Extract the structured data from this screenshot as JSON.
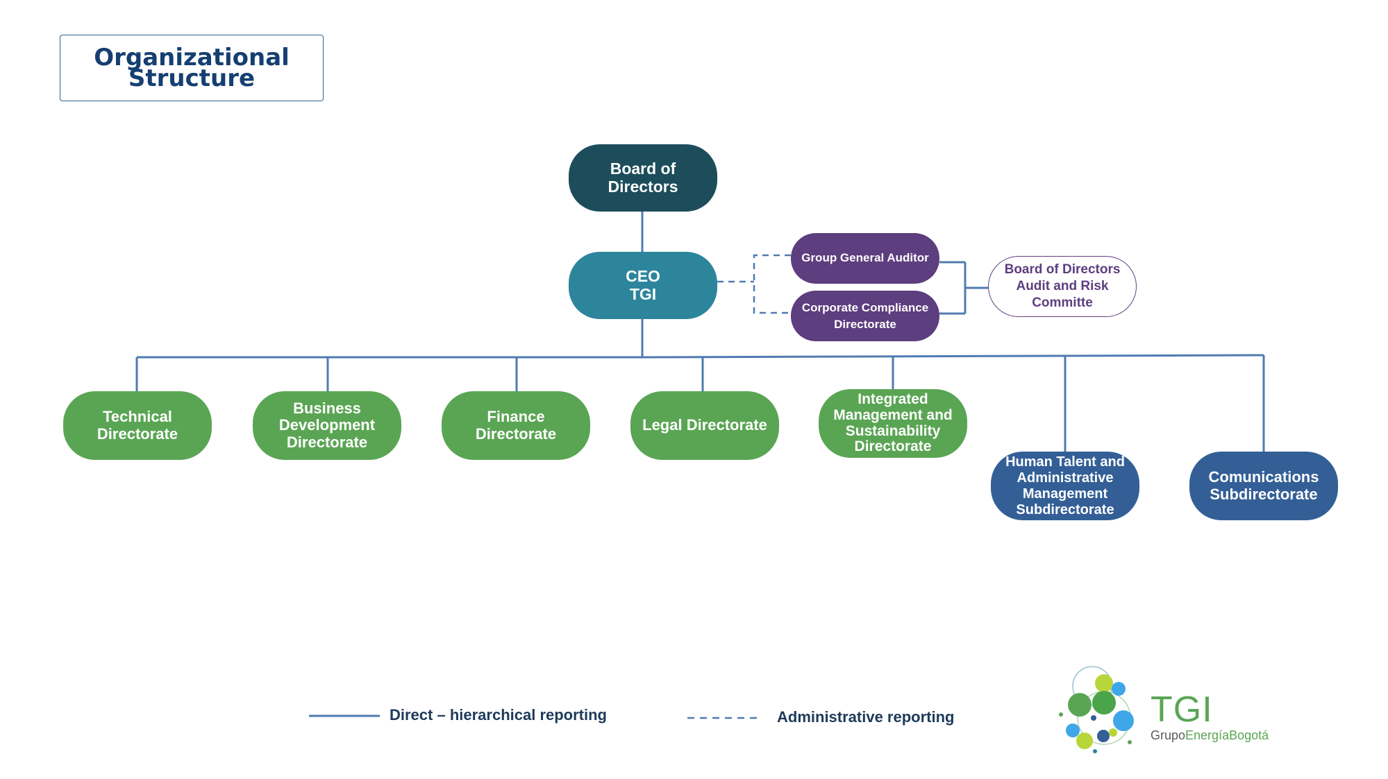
{
  "title": {
    "line1": "Organizational",
    "line2": "Structure"
  },
  "nodes": {
    "board": "Board of Directors",
    "ceo": "CEO\nTGI",
    "auditor": "Group General Auditor",
    "compliance": "Corporate Compliance\nDirectorate",
    "audit_committee": "Board of Directors\nAudit and Risk\nCommitte",
    "technical": "Technical\nDirectorate",
    "business": "Business\nDevelopment\nDirectorate",
    "finance": "Finance\nDirectorate",
    "legal": "Legal Directorate",
    "integrated": "Integrated\nManagement and\nSustainability\nDirectorate",
    "human": "Human Talent and\nAdministrative\nManagement\nSubdirectorate",
    "communications": "Comunications\nSubdirectorate"
  },
  "legend": {
    "direct": "Direct – hierarchical reporting",
    "administrative": "Administrative reporting"
  },
  "logo": {
    "name": "TGI",
    "group_prefix": "Grupo",
    "group_suffix": "EnergíaBogotá"
  },
  "colors": {
    "board": "#1d4d5b",
    "ceo": "#2d859c",
    "purple": "#5d3e7f",
    "green": "#5aa554",
    "blue": "#335f96",
    "line": "#4f7bb0",
    "title": "#153f72"
  }
}
